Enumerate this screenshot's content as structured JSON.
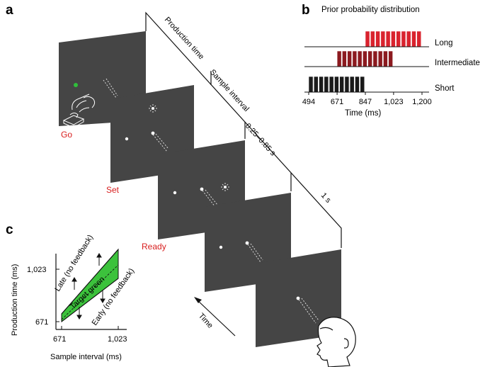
{
  "panel_a": {
    "label": "a",
    "epoch_labels": {
      "production_time": "Production time",
      "sample_interval": "Sample interval",
      "delay": "0.25–0.85 s",
      "fixation": "1 s"
    },
    "screen_labels": {
      "go": "Go",
      "set": "Set",
      "ready": "Ready"
    },
    "time_arrow": "Time",
    "colors": {
      "screen": "#454545",
      "go_target": "#2fbf3a",
      "cue_text": "#d81e1e"
    }
  },
  "panel_b": {
    "label": "b",
    "title": "Prior probability distribution",
    "xlabel": "Time (ms)",
    "ticks": [
      "494",
      "671",
      "847",
      "1,023",
      "1,200"
    ],
    "bar_value_range_ms": [
      494,
      1200
    ],
    "distributions": [
      {
        "name": "Long",
        "color": "#d9232e",
        "min": 847,
        "max": 1200,
        "bars": 11
      },
      {
        "name": "Intermediate",
        "color": "#8c1a1f",
        "min": 671,
        "max": 1023,
        "bars": 11
      },
      {
        "name": "Short",
        "color": "#1a1a1a",
        "min": 494,
        "max": 847,
        "bars": 11
      }
    ]
  },
  "panel_c": {
    "label": "c",
    "xlabel": "Sample interval (ms)",
    "ylabel": "Production time (ms)",
    "xticks": [
      "671",
      "1,023"
    ],
    "yticks": [
      "671",
      "1,023"
    ],
    "band_label": "Target green",
    "late_label": "Late (no feedback)",
    "early_label": "Early (no feedback)",
    "colors": {
      "band": "#3cc23c"
    }
  }
}
